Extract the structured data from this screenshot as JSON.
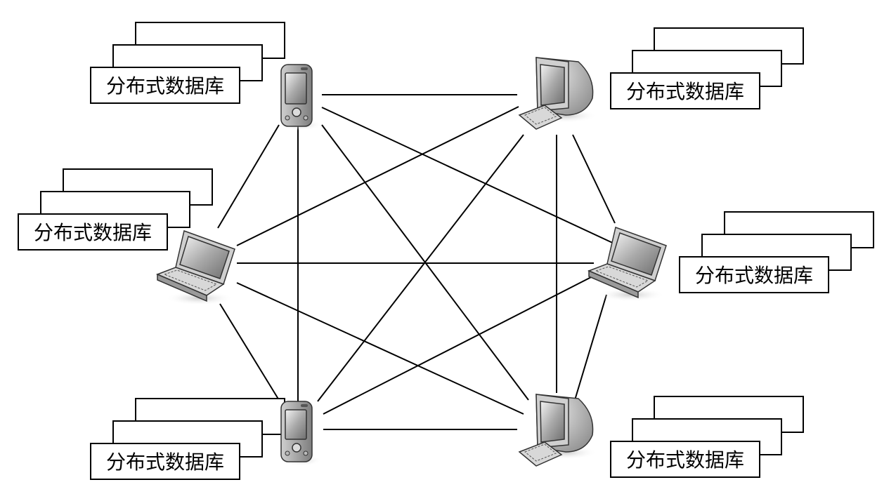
{
  "nodes": [
    {
      "id": "pda-top-left",
      "device": "pda-icon",
      "label": "分布式数据库"
    },
    {
      "id": "desktop-top-right",
      "device": "desktop-computer-icon",
      "label": "分布式数据库"
    },
    {
      "id": "laptop-left",
      "device": "laptop-icon",
      "label": "分布式数据库"
    },
    {
      "id": "laptop-right",
      "device": "laptop-icon",
      "label": "分布式数据库"
    },
    {
      "id": "pda-bottom-left",
      "device": "pda-icon",
      "label": "分布式数据库"
    },
    {
      "id": "desktop-bottom-right",
      "device": "desktop-computer-icon",
      "label": "分布式数据库"
    }
  ],
  "connections": "all-to-all"
}
